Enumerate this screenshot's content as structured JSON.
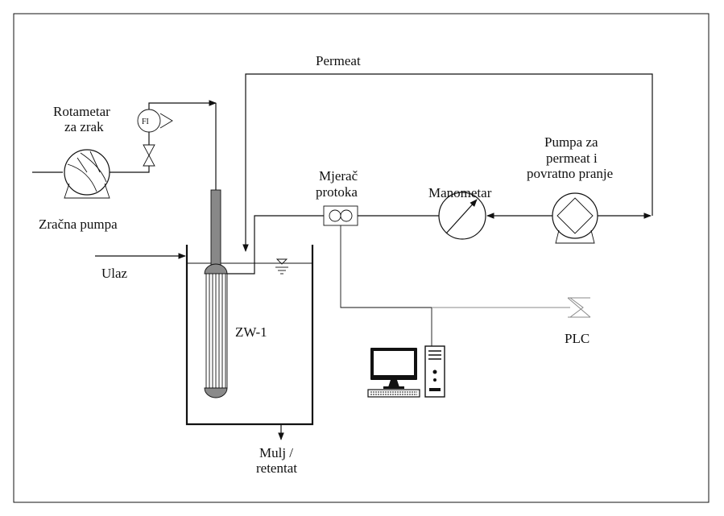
{
  "labels": {
    "permeat": "Permeat",
    "rotametar_line1": "Rotametar",
    "rotametar_line2": "za zrak",
    "flow_indicator": "FI",
    "zracna_pumpa": "Zračna pumpa",
    "mjerac_line1": "Mjerač",
    "mjerac_line2": "protoka",
    "manometar": "Manometar",
    "pumpa_line1": "Pumpa za",
    "pumpa_line2": "permeat i",
    "pumpa_line3": "povratno pranje",
    "ulaz": "Ulaz",
    "module": "ZW-1",
    "plc": "PLC",
    "mulj_line1": "Mulj /",
    "mulj_line2": "retentat"
  }
}
